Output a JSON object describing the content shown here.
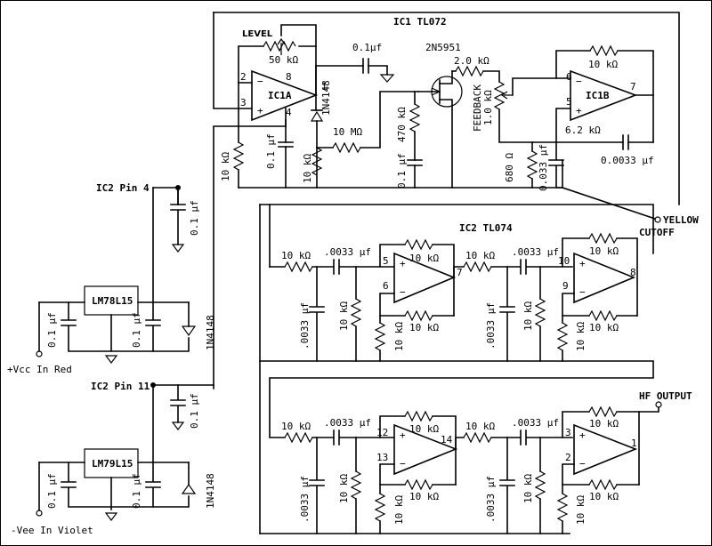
{
  "labels": {
    "ic1_title": "IC1 TL072",
    "ic2_title": "IC2 TL074",
    "level": "LEVEL",
    "level_pot": "50 kΩ",
    "cap_top": "0.1μf",
    "jfet": "2N5951",
    "r_2k": "2.0 kΩ",
    "r_fb_10k": "10 kΩ",
    "ic1a": "IC1A",
    "ic1b": "IC1B",
    "diode_1n4148": "1N4148",
    "feedback": "FEEDBACK",
    "fb_pot": "1.0 kΩ",
    "r_10M": "10 MΩ",
    "r_470k": "470 kΩ",
    "cap_0_1_v": "0.1 μf",
    "r_10k": "10 kΩ",
    "r_6_2k": "6.2 kΩ",
    "cap_0033_h": "0.0033 μf",
    "r_680": "680 Ω",
    "cap_033_v": "0.033 μf",
    "ic2_pin4": "IC2 Pin 4",
    "ic2_pin11": "IC2 Pin 11",
    "reg_pos": "LM78L15",
    "reg_neg": "LM79L15",
    "vcc": "+Vcc In Red",
    "vee": "-Vee In Violet",
    "yellow": "YELLOW",
    "cutoff": "CUTOFF",
    "hf_output": "HF OUTPUT",
    "cap_0033_s": ".0033 μf",
    "pin8": "8",
    "pin1": "1",
    "pin2": "2",
    "pin3": "3",
    "pin4": "4",
    "pin5": "5",
    "pin6": "6",
    "pin7": "7",
    "pin9": "9",
    "pin10": "10",
    "pin12": "12",
    "pin13": "13",
    "pin14": "14",
    "minus": "−",
    "plus": "+"
  }
}
